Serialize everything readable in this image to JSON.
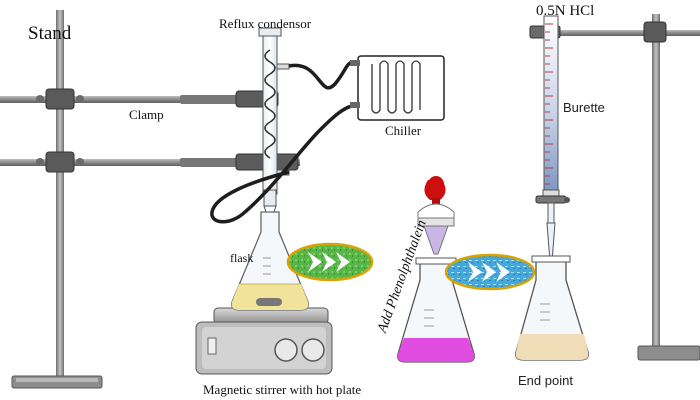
{
  "labels": {
    "stand": "Stand",
    "clamp": "Clamp",
    "reflux_condenser": "Reflux condensor",
    "chiller": "Chiller",
    "flask": "flask",
    "stirrer": "Magnetic stirrer with hot plate",
    "indicator": "Add Phenolphthalein",
    "hcl": "0.5N HCl",
    "burette": "Burette",
    "end_point": "End point"
  },
  "colors": {
    "metal_dark": "#4a4a4a",
    "metal_mid": "#7a7a7a",
    "stand_rod": "#8c8c8c",
    "heated_liquid": "#f1e39a",
    "pink_solution": "#e04be0",
    "endpoint_solution": "#f1dcb8",
    "arrow_green": "#2f9a32",
    "arrow_blue": "#2f8fc4",
    "arrow_ring": "#d9a400",
    "dropper_bulb": "#cc1010",
    "burette_fill": "#7d96c4",
    "tube": "#1e1e1e"
  }
}
